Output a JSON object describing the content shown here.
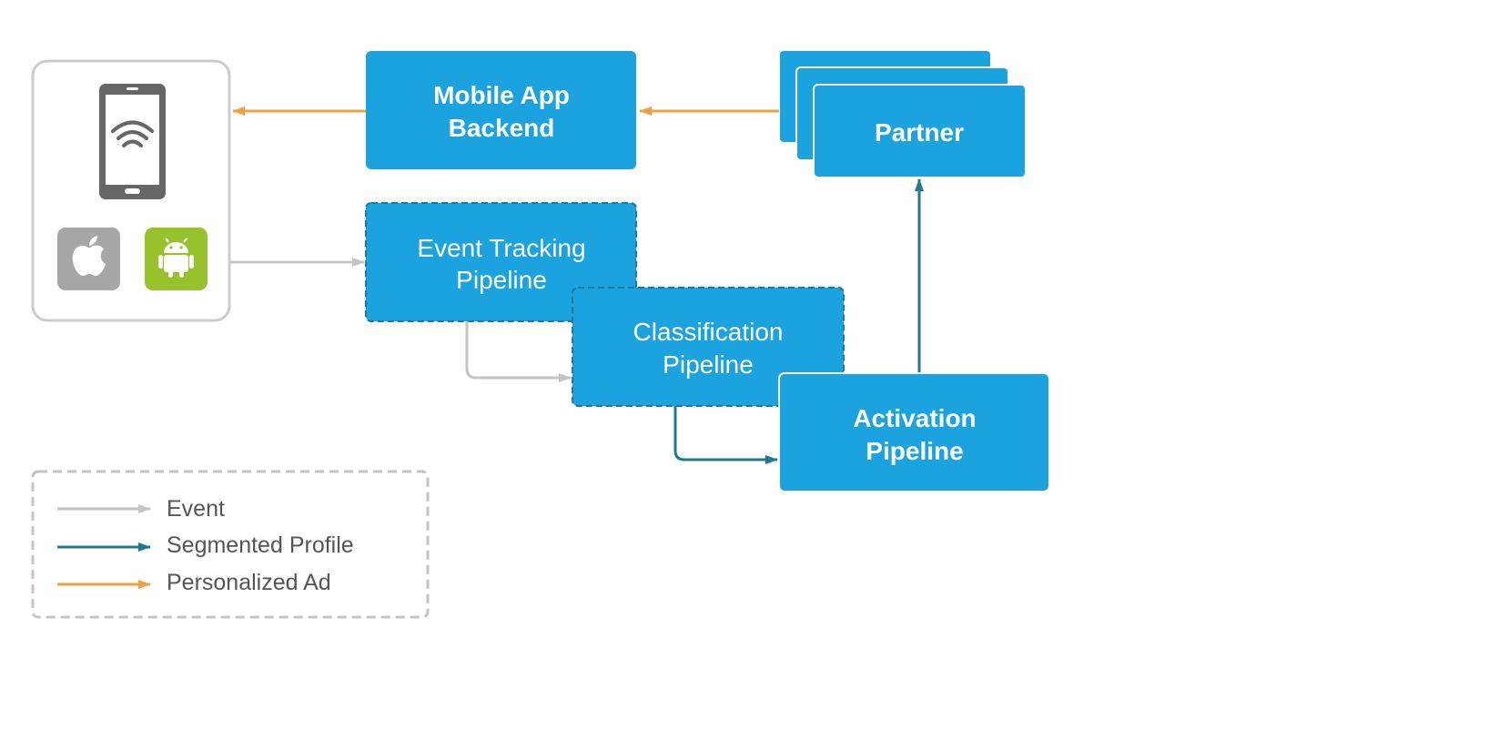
{
  "colors": {
    "box_fill": "#1aa3de",
    "dashed_border": "#177a99",
    "event_arrow": "#c4c4c4",
    "segmented_arrow": "#1f7a8c",
    "personalized_arrow": "#f0a040",
    "device_border": "#cccccc",
    "phone_body": "#666666",
    "ios_tile": "#a6a6a6",
    "android_tile": "#98c22b"
  },
  "device": {
    "icons": [
      "smartphone-wifi-icon",
      "apple-icon",
      "android-icon"
    ]
  },
  "boxes": {
    "mobile_backend": {
      "line1": "Mobile App",
      "line2": "Backend"
    },
    "partner": {
      "label": "Partner"
    },
    "event_tracking": {
      "line1": "Event Tracking",
      "line2": "Pipeline"
    },
    "classification": {
      "line1": "Classification",
      "line2": "Pipeline"
    },
    "activation": {
      "line1": "Activation",
      "line2": "Pipeline"
    }
  },
  "legend": {
    "event": "Event",
    "segmented_profile": "Segmented Profile",
    "personalized_ad": "Personalized Ad"
  }
}
